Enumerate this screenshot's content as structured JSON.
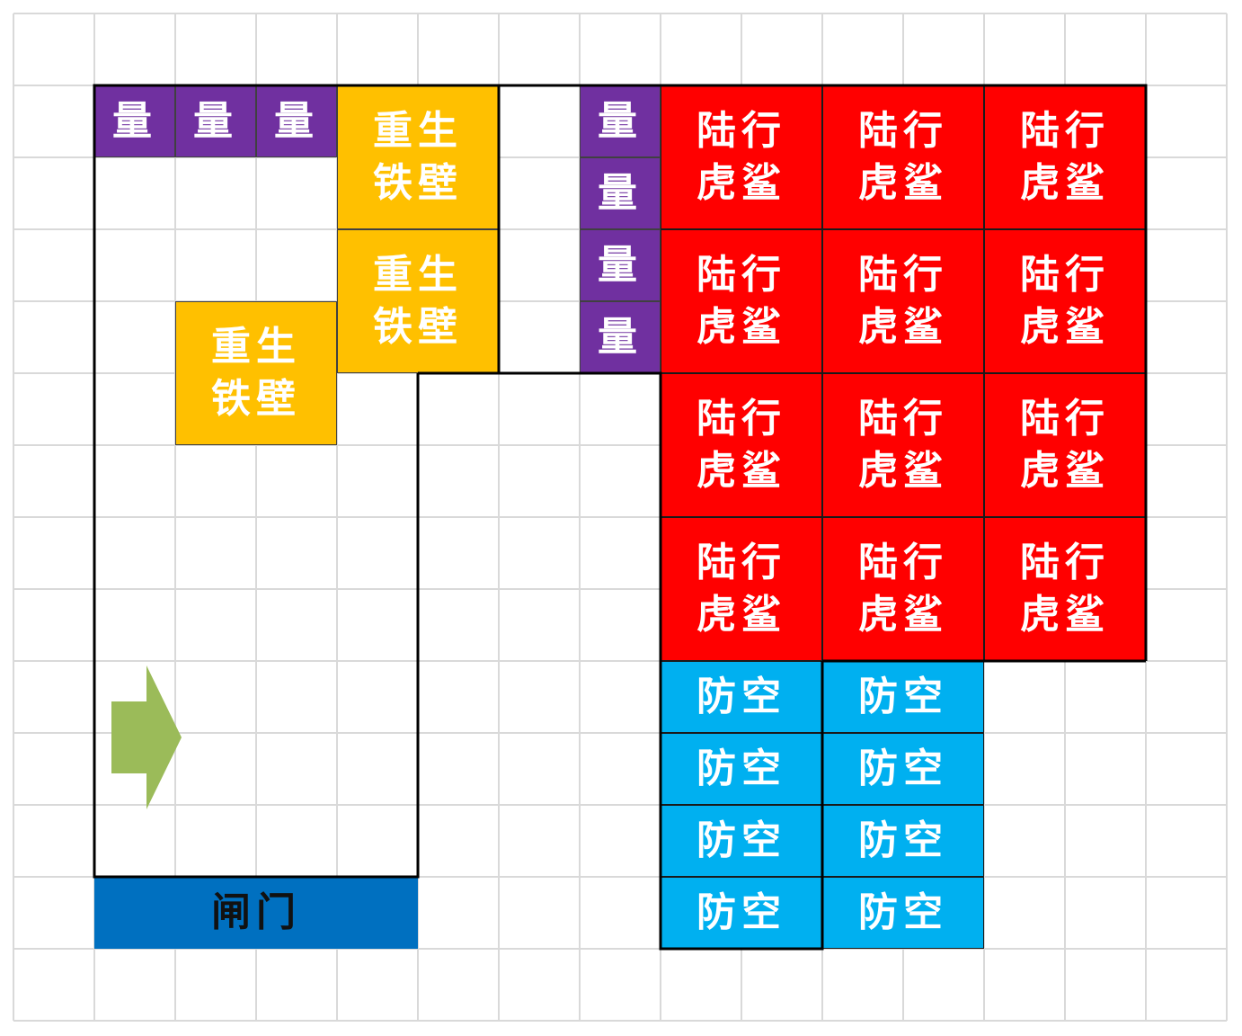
{
  "colors": {
    "grid_line": "#d9d9d9",
    "outline": "#000000",
    "liang": "#7030a0",
    "chongsheng": "#ffc000",
    "luxing": "#ff0000",
    "fangkong": "#00b0f0",
    "zhamen": "#0070c0",
    "arrow": "#9bbb59"
  },
  "labels": {
    "liang": "量",
    "chongsheng_line1": "重生",
    "chongsheng_line2": "铁壁",
    "luxing_line1": "陆行",
    "luxing_line2": "虎鲨",
    "fangkong": "防空",
    "zhamen": "闸门"
  },
  "icons": {
    "arrow": "right-arrow-icon"
  }
}
